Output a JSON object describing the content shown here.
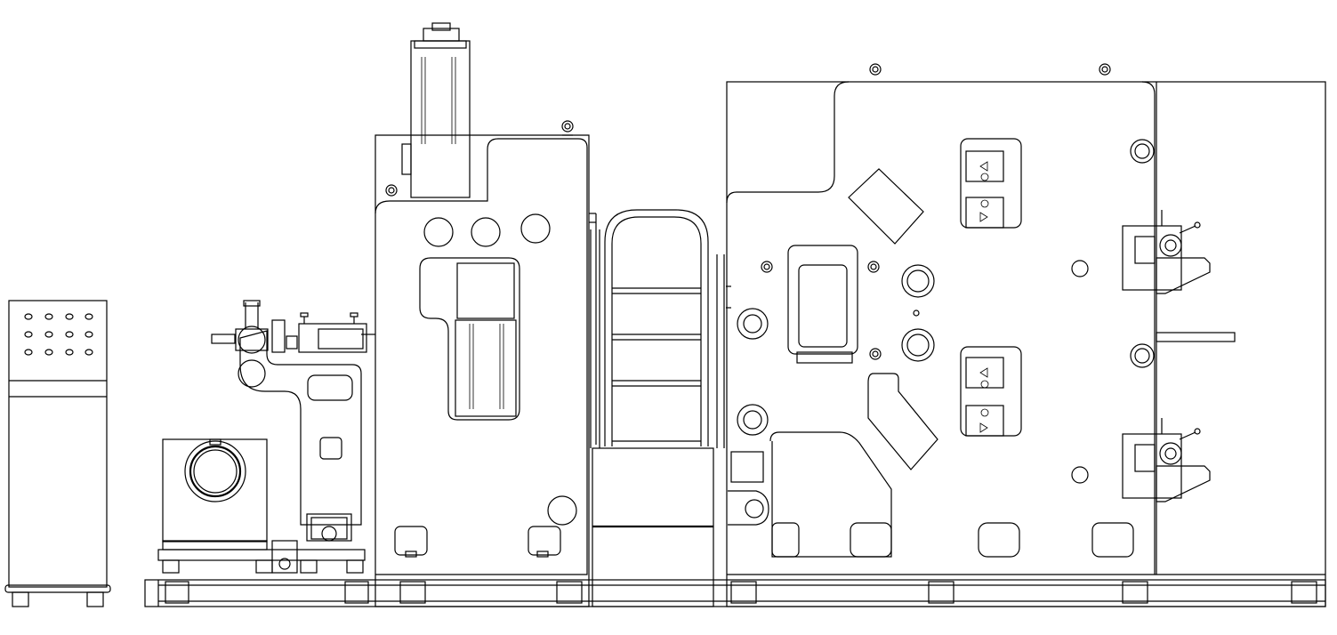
{
  "drawing": {
    "type": "mechanical-elevation-line-drawing",
    "background": "#ffffff",
    "line_color": "#000000",
    "assemblies": [
      "control-cabinet",
      "unwind-station",
      "coating-head-frame",
      "access-ladder",
      "drying-calender-frame"
    ],
    "text_labels": []
  }
}
